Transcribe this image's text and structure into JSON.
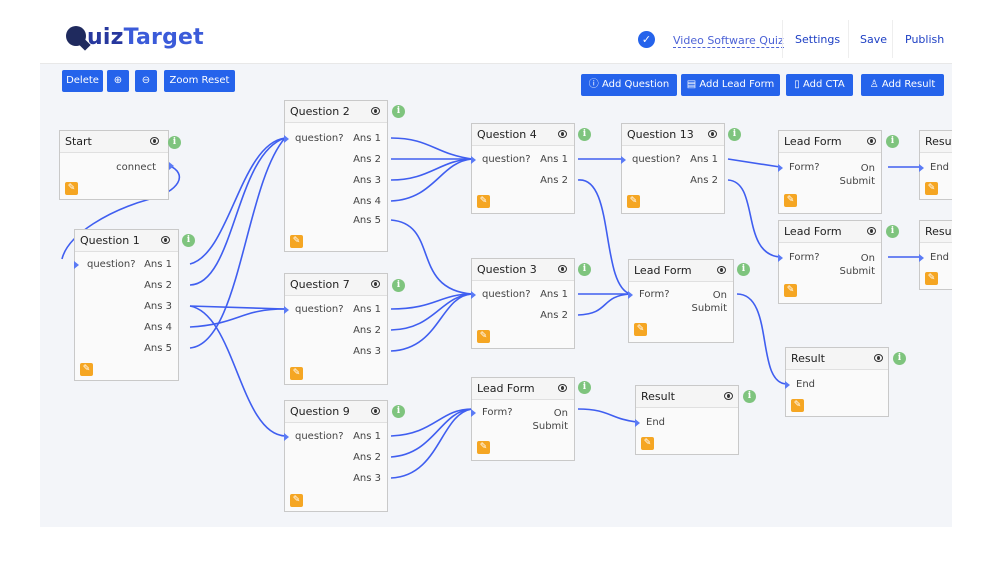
{
  "app": {
    "logo_prefix": "Q",
    "logo_quiz": "uiz",
    "logo_target": "Target"
  },
  "header": {
    "quiz_name": "Video Software Quiz",
    "settings_label": "Settings",
    "save_label": "Save",
    "publish_label": "Publish"
  },
  "toolbar": {
    "delete_label": "Delete",
    "zoom_in_icon": "zoom-in-icon",
    "zoom_out_icon": "zoom-out-icon",
    "zoom_reset_label": "Zoom Reset",
    "add_question_label": "Add Question",
    "add_lead_form_label": "Add Lead Form",
    "add_cta_label": "Add CTA",
    "add_result_label": "Add Result"
  },
  "nodes": {
    "start": {
      "title": "Start",
      "output": "connect"
    },
    "question_1": {
      "title": "Question 1",
      "input": "question?",
      "answers": [
        "Ans 1",
        "Ans 2",
        "Ans 3",
        "Ans 4",
        "Ans 5"
      ]
    },
    "question_2": {
      "title": "Question 2",
      "input": "question?",
      "answers": [
        "Ans 1",
        "Ans 2",
        "Ans 3",
        "Ans 4",
        "Ans 5"
      ]
    },
    "question_7": {
      "title": "Question 7",
      "input": "question?",
      "answers": [
        "Ans 1",
        "Ans 2",
        "Ans 3"
      ]
    },
    "question_9": {
      "title": "Question 9",
      "input": "question?",
      "answers": [
        "Ans 1",
        "Ans 2",
        "Ans 3"
      ]
    },
    "question_4": {
      "title": "Question 4",
      "input": "question?",
      "answers": [
        "Ans 1",
        "Ans 2"
      ]
    },
    "question_3": {
      "title": "Question 3",
      "input": "question?",
      "answers": [
        "Ans 1",
        "Ans 2"
      ]
    },
    "lead_form_mid": {
      "title": "Lead Form",
      "input": "Form?",
      "output": "On Submit"
    },
    "question_13": {
      "title": "Question 13",
      "input": "question?",
      "answers": [
        "Ans 1",
        "Ans 2"
      ]
    },
    "lead_form_q3": {
      "title": "Lead Form",
      "input": "Form?",
      "output": "On Submit"
    },
    "result_bottom": {
      "title": "Result",
      "input": "End"
    },
    "lead_form_top1": {
      "title": "Lead Form",
      "input": "Form?",
      "output": "On Submit"
    },
    "lead_form_top2": {
      "title": "Lead Form",
      "input": "Form?",
      "output": "On Submit"
    },
    "result_right": {
      "title": "Result",
      "input": "End"
    },
    "result_edge1": {
      "title": "Resul",
      "input": "End"
    },
    "result_edge2": {
      "title": "Resul",
      "input": "End"
    }
  },
  "colors": {
    "accent": "#2563eb",
    "wire": "#3f5ef0",
    "edit_icon": "#f5a623",
    "info_icon": "#7ec47e",
    "brand": "#27389e"
  }
}
